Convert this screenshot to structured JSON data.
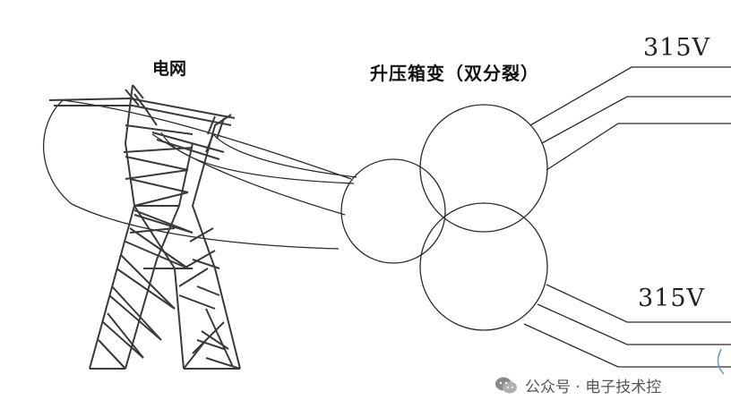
{
  "labels": {
    "grid": "电网",
    "transformer": "升压箱变（双分裂）",
    "voltage_top": "315V",
    "voltage_bottom": "315V"
  },
  "watermark": {
    "icon": "wechat-icon",
    "text": "公众号 · 电子技术控"
  },
  "colors": {
    "line": "#2a2a2a",
    "tower": "#3a3a3a",
    "accent_blue": "#5aa0c8"
  }
}
